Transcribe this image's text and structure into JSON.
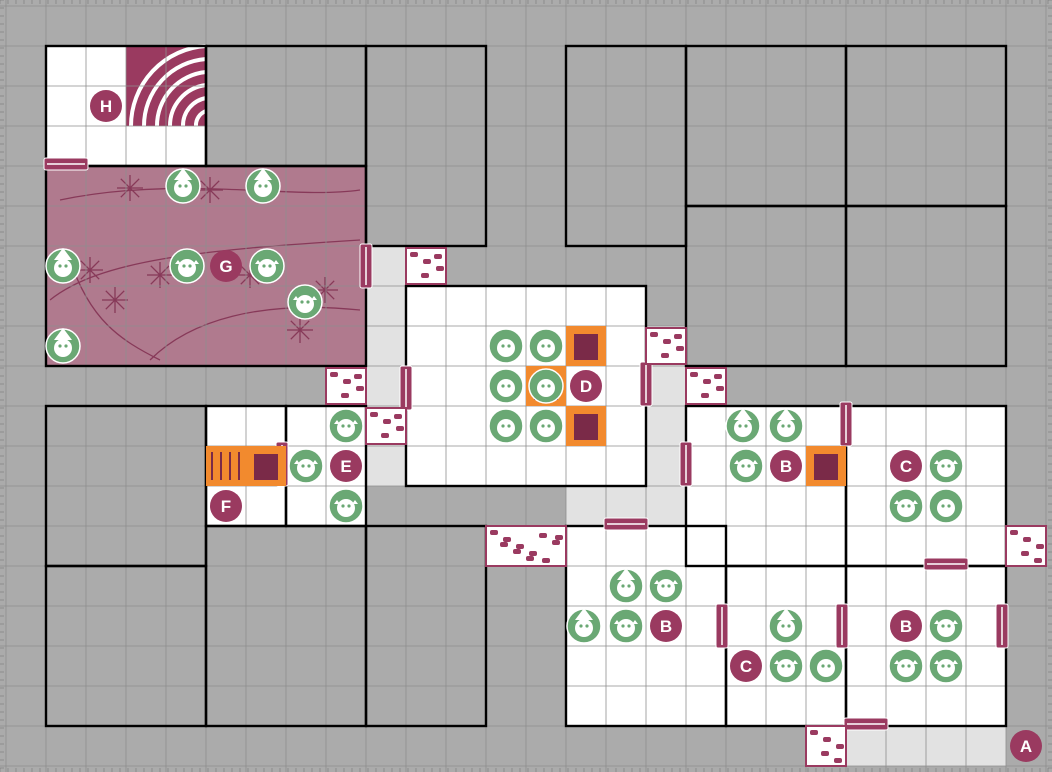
{
  "board": {
    "colors": {
      "background": "#ababab",
      "grid": "#8e8e8e",
      "room_floor": "#ffffff",
      "corridor_floor": "#e2e2e2",
      "wall": "#000000",
      "label": "#9a3a60",
      "label_text": "#ffffff",
      "monster": "#6aa874",
      "furniture": "#f28a2e",
      "door": "#9a3a60",
      "lair": "#b07a8e"
    },
    "labels": [
      {
        "id": "A",
        "text": "A"
      },
      {
        "id": "B1",
        "text": "B"
      },
      {
        "id": "B2",
        "text": "B"
      },
      {
        "id": "B3",
        "text": "B"
      },
      {
        "id": "C1",
        "text": "C"
      },
      {
        "id": "C2",
        "text": "C"
      },
      {
        "id": "D",
        "text": "D"
      },
      {
        "id": "E",
        "text": "E"
      },
      {
        "id": "F",
        "text": "F"
      },
      {
        "id": "G",
        "text": "G"
      },
      {
        "id": "H",
        "text": "H"
      }
    ],
    "monsters": [
      {
        "type": "goblin-icon"
      },
      {
        "type": "goblin-icon"
      },
      {
        "type": "goblin-icon"
      },
      {
        "type": "orc-icon"
      },
      {
        "type": "orc-icon"
      },
      {
        "type": "orc-icon"
      },
      {
        "type": "fimir-icon"
      },
      {
        "type": "skeleton-icon"
      }
    ],
    "furniture": [
      {
        "type": "chest-icon"
      },
      {
        "type": "tomb-icon"
      },
      {
        "type": "fireplace-icon"
      },
      {
        "type": "rack-icon"
      },
      {
        "type": "table-icon"
      }
    ],
    "doors": [
      {
        "type": "door-icon"
      }
    ],
    "rubble": [
      {
        "type": "rubble-icon"
      }
    ]
  }
}
